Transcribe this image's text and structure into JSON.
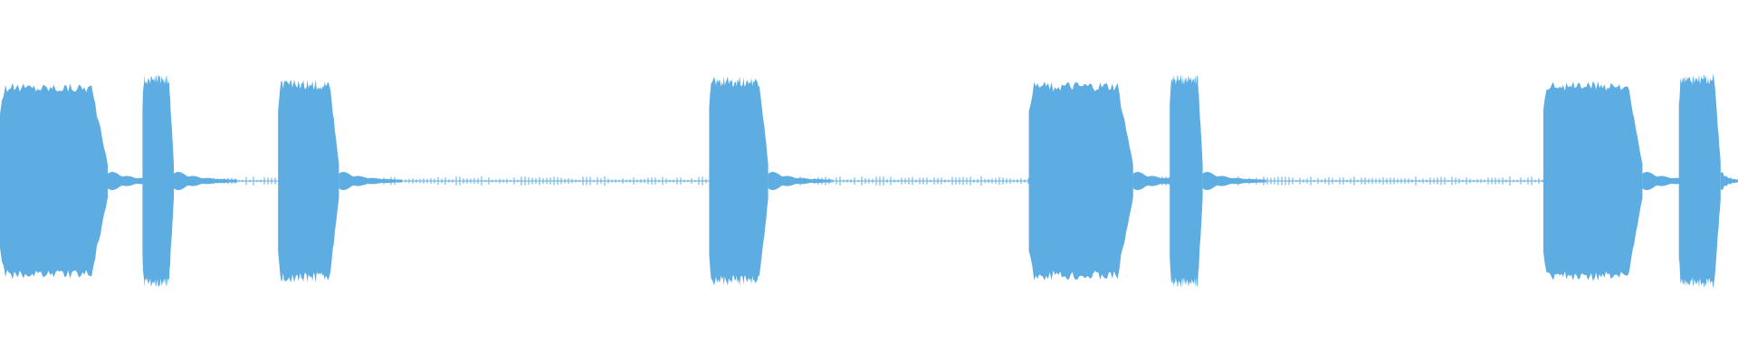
{
  "waveform": {
    "color": "#5DADE2",
    "background": "#ffffff",
    "duration_fraction_shown": 1.0,
    "bursts": [
      {
        "start": 0.0,
        "end": 0.062,
        "peak": 0.92
      },
      {
        "start": 0.082,
        "end": 0.1,
        "peak": 1.0
      },
      {
        "start": 0.16,
        "end": 0.195,
        "peak": 0.95
      },
      {
        "start": 0.408,
        "end": 0.442,
        "peak": 0.98
      },
      {
        "start": 0.592,
        "end": 0.652,
        "peak": 0.93
      },
      {
        "start": 0.673,
        "end": 0.692,
        "peak": 1.0
      },
      {
        "start": 0.888,
        "end": 0.945,
        "peak": 0.94
      },
      {
        "start": 0.966,
        "end": 0.99,
        "peak": 1.0
      }
    ]
  }
}
